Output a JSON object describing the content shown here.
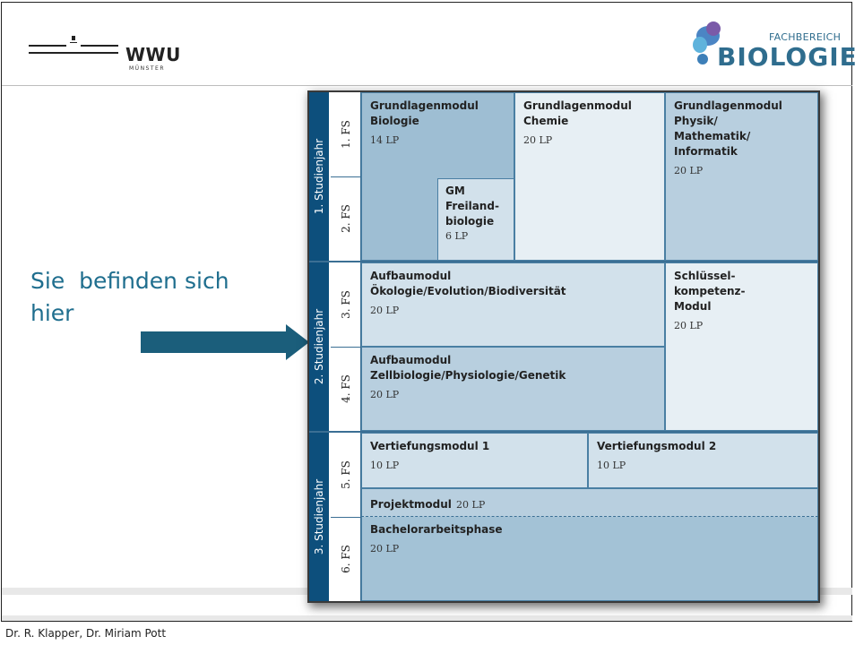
{
  "header": {
    "wwu_logo": {
      "name": "WWU",
      "sub": "MÜNSTER"
    },
    "bio_logo": {
      "small": "FACHBEREICH",
      "big": "BIOLOGIE"
    }
  },
  "callout": {
    "text": "Sie  befinden sich\nhier"
  },
  "footer": {
    "authors": "Dr. R. Klapper, Dr. Miriam Pott"
  },
  "diagram": {
    "years": [
      "1. Studienjahr",
      "2. Studienjahr",
      "3. Studienjahr"
    ],
    "semesters": [
      "1. FS",
      "2. FS",
      "3. FS",
      "4. FS",
      "5. FS",
      "6. FS"
    ],
    "modules": {
      "gm_bio": {
        "title": "Grundlagenmodul\nBiologie",
        "lp": "14 LP"
      },
      "gm_chem": {
        "title": "Grundlagenmodul\nChemie",
        "lp": "20 LP"
      },
      "gm_phys": {
        "title": "Grundlagenmodul\nPhysik/\nMathematik/\nInformatik",
        "lp": "20 LP"
      },
      "gm_frei": {
        "title": "GM\nFreiland-\nbiologie",
        "lp": "6 LP"
      },
      "am_oeko": {
        "title": "Aufbaumodul\nÖkologie/Evolution/Biodiversität",
        "lp": "20 LP"
      },
      "schluessel": {
        "title": "Schlüssel-\nkompetenz-\nModul",
        "lp": "20 LP"
      },
      "am_zell": {
        "title": "Aufbaumodul\nZellbiologie/Physiologie/Genetik",
        "lp": "20 LP"
      },
      "vm1": {
        "title": "Vertiefungsmodul 1",
        "lp": "10 LP"
      },
      "vm2": {
        "title": "Vertiefungsmodul 2",
        "lp": "10 LP"
      },
      "projekt": {
        "title": "Projektmodul",
        "lp": "20 LP"
      },
      "bachelor": {
        "title": "Bachelorarbeitsphase",
        "lp": "20 LP"
      }
    }
  },
  "colors": {
    "accent": "#1f6e8e",
    "year_bar": "#0d4f7c",
    "arrow": "#1b5e7b"
  }
}
